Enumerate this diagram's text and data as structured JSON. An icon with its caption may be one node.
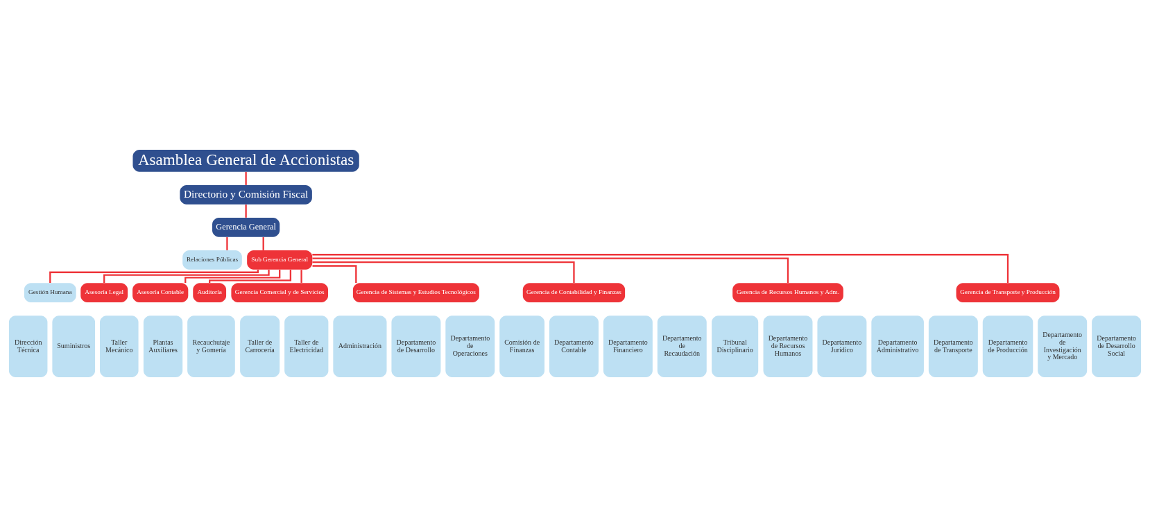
{
  "diagram": {
    "nodes": [
      {
        "text": [
          "Asamblea General de Accionistas"
        ]
      },
      {
        "text": [
          "Directorio y Comisión Fiscal"
        ]
      },
      {
        "text": [
          "Gerencia General"
        ]
      },
      {
        "text": [
          "Relaciones Públicas"
        ]
      },
      {
        "text": [
          "Sub Gerencia General"
        ]
      },
      {
        "text": [
          "Gestión Humana"
        ]
      },
      {
        "text": [
          "Asesoría Legal"
        ]
      },
      {
        "text": [
          "Asesoría Contable"
        ]
      },
      {
        "text": [
          "Auditoría"
        ]
      },
      {
        "text": [
          "Gerencia Comercial y de Servicios"
        ]
      },
      {
        "text": [
          "Dirección Técnica"
        ]
      },
      {
        "text": [
          "Suministros"
        ]
      },
      {
        "text": [
          "Taller Mecánico"
        ]
      },
      {
        "text": [
          "Plantas Auxiliares"
        ]
      },
      {
        "text": [
          "Recauchutaje y Gomería"
        ]
      },
      {
        "text": [
          "Taller de Carrocería"
        ]
      },
      {
        "text": [
          "Taller de Electricidad"
        ]
      },
      {
        "text": [
          "Administración"
        ]
      },
      {
        "text": [
          "Gerencia de Sistemas y Estudios Tecnológicos"
        ]
      },
      {
        "text": [
          "Departamento de Desarrollo"
        ]
      },
      {
        "text": [
          "Departamento de Operaciones"
        ]
      },
      {
        "text": [
          "Gerencia de Contabilidad y Finanzas"
        ]
      },
      {
        "text": [
          "Comisión de Finanzas"
        ]
      },
      {
        "text": [
          "Departamento Contable"
        ]
      },
      {
        "text": [
          "Departamento Financiero"
        ]
      },
      {
        "text": [
          "Departamento de Recaudación"
        ]
      },
      {
        "text": [
          "Gerencia de Recursos Humanos y Adm."
        ]
      },
      {
        "text": [
          "Tribunal Disciplinario"
        ]
      },
      {
        "text": [
          "Departamento de Recursos Humanos"
        ]
      },
      {
        "text": [
          "Departamento Jurídico"
        ]
      },
      {
        "text": [
          "Departamento Administrativo"
        ]
      },
      {
        "text": [
          "Gerencia de Transporte y Producción"
        ]
      },
      {
        "text": [
          "Departamento de Transporte"
        ]
      },
      {
        "text": [
          "Departamento de Producción"
        ]
      },
      {
        "text": [
          "Departamento de Investigación y Mercado"
        ]
      },
      {
        "text": [
          "Departamento de Desarrollo Social"
        ]
      }
    ],
    "edges": [
      {
        "from": 0,
        "to": 1,
        "arrow": "none"
      },
      {
        "from": 1,
        "to": 2,
        "arrow": "none"
      },
      {
        "from": 2,
        "to": 3,
        "arrow": "none"
      },
      {
        "from": 2,
        "to": 4,
        "arrow": "none"
      },
      {
        "from": 4,
        "to": 5,
        "arrow": "none"
      },
      {
        "from": 4,
        "to": 6,
        "arrow": "none"
      },
      {
        "from": 4,
        "to": 7,
        "arrow": "none"
      },
      {
        "from": 4,
        "to": 8,
        "arrow": "none"
      },
      {
        "from": 4,
        "to": 9,
        "arrow": "none"
      },
      {
        "from": 4,
        "to": 18,
        "arrow": "none"
      },
      {
        "from": 4,
        "to": 21,
        "arrow": "none"
      },
      {
        "from": 4,
        "to": 26,
        "arrow": "none"
      },
      {
        "from": 4,
        "to": 31,
        "arrow": "none"
      }
    ]
  }
}
